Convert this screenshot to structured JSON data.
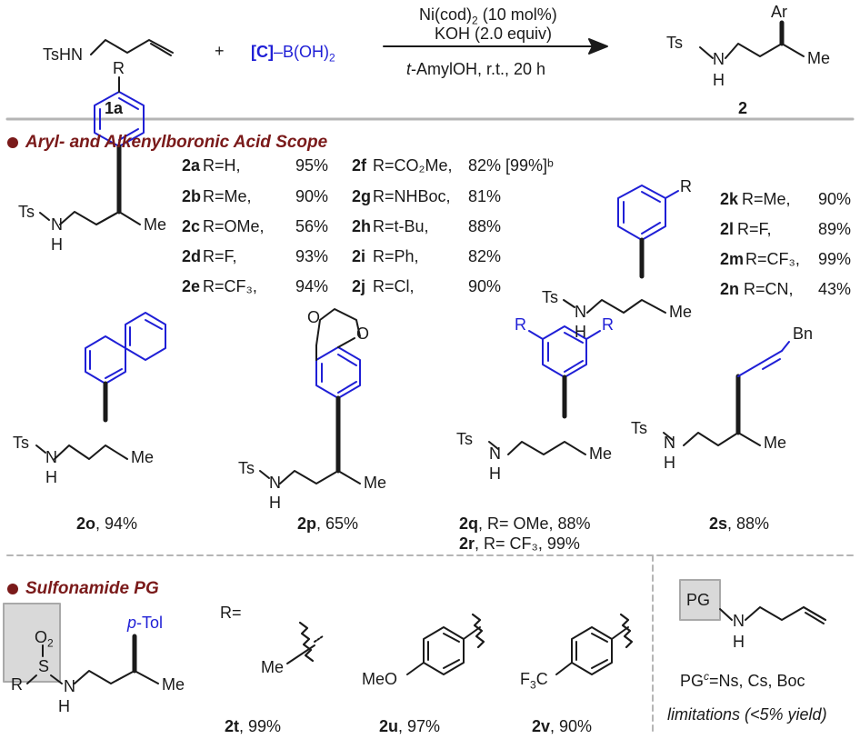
{
  "header": {
    "reactant_1": "TsHN",
    "reactant_1_id": "1a",
    "plus": "+",
    "boronic_fragment": "[C]",
    "boronic_rest": "–B(OH)",
    "boronic_sub": "2",
    "cond_line1_a": "Ni(cod)",
    "cond_line1_sub": "2",
    "cond_line1_b": " (10 mol%)",
    "cond_line2": "KOH (2.0 equiv)",
    "cond_line3_italic": "t",
    "cond_line3_rest": "-AmylOH, r.t., 20 h",
    "product_ts": "Ts",
    "product_n": "N",
    "product_h": "H",
    "product_ar": "Ar",
    "product_me": "Me",
    "product_id": "2"
  },
  "section1": {
    "title": "Aryl- and Alkenylboronic Acid Scope",
    "para": {
      "r": "R",
      "ts": "Ts",
      "n": "N",
      "h": "H",
      "me": "Me"
    },
    "list_a": [
      {
        "id": "2a",
        "sub": "R=H,",
        "yield": "95%"
      },
      {
        "id": "2b",
        "sub": "R=Me,",
        "yield": "90%"
      },
      {
        "id": "2c",
        "sub": "R=OMe,",
        "yield": "56%"
      },
      {
        "id": "2d",
        "sub": "R=F,",
        "yield": "93%"
      },
      {
        "id": "2e",
        "sub": "R=CF₃,",
        "yield": "94%"
      }
    ],
    "list_b": [
      {
        "id": "2f",
        "sub": "R=CO₂Me,",
        "yield": "82% [99%]ᵇ"
      },
      {
        "id": "2g",
        "sub": "R=NHBoc,",
        "yield": "81%"
      },
      {
        "id": "2h",
        "sub": "R=t-Bu,",
        "yield": "88%"
      },
      {
        "id": "2i",
        "sub": "R=Ph,",
        "yield": "82%"
      },
      {
        "id": "2j",
        "sub": "R=Cl,",
        "yield": "90%"
      }
    ],
    "meta": {
      "r": "R",
      "ts": "Ts",
      "n": "N",
      "h": "H",
      "me": "Me"
    },
    "list_c": [
      {
        "id": "2k",
        "sub": "R=Me,",
        "yield": "90%"
      },
      {
        "id": "2l",
        "sub": "R=F,",
        "yield": "89%"
      },
      {
        "id": "2m",
        "sub": "R=CF₃,",
        "yield": "99%"
      },
      {
        "id": "2n",
        "sub": "R=CN,",
        "yield": "43%"
      }
    ],
    "row2": [
      {
        "id": "2o",
        "label": ", 94%"
      },
      {
        "id": "2p",
        "label": ", 65%"
      },
      {
        "id": "2q",
        "label": ", R= OMe, 88%"
      },
      {
        "id": "2r",
        "label": ",   R= CF₃, 99%"
      },
      {
        "id": "2s",
        "label": ", 88%"
      }
    ],
    "row2_atoms": {
      "ts": "Ts",
      "n": "N",
      "h": "H",
      "me": "Me",
      "o": "O",
      "r": "R",
      "bn": "Bn"
    }
  },
  "section2": {
    "title": "Sulfonamide PG",
    "r_eq": "R=",
    "sulf": {
      "o2": "O",
      "o2sub": "2",
      "s": "S",
      "r": "R",
      "n": "N",
      "h": "H",
      "ptol_i": "p",
      "ptol": "-Tol",
      "me": "Me"
    },
    "t_sub": {
      "me": "Me"
    },
    "u_sub": {
      "meo": "MeO"
    },
    "v_sub": {
      "f3c_a": "F",
      "f3c_b": "3",
      "f3c_c": "C"
    },
    "yields": [
      {
        "id": "2t",
        "y": ", 99%"
      },
      {
        "id": "2u",
        "y": ", 97%"
      },
      {
        "id": "2v",
        "y": ", 90%"
      }
    ],
    "limit": {
      "pg": "PG",
      "n": "N",
      "h": "H",
      "pg_line_a": "PG",
      "pg_sup": "c",
      "pg_line_b": "=Ns, Cs, Boc",
      "note": "limitations (<5% yield)"
    }
  },
  "colors": {
    "blue": "#1f1fd6",
    "section": "#7a1a1a",
    "box": "#d9d9d9",
    "rule": "#b5b5b5"
  }
}
